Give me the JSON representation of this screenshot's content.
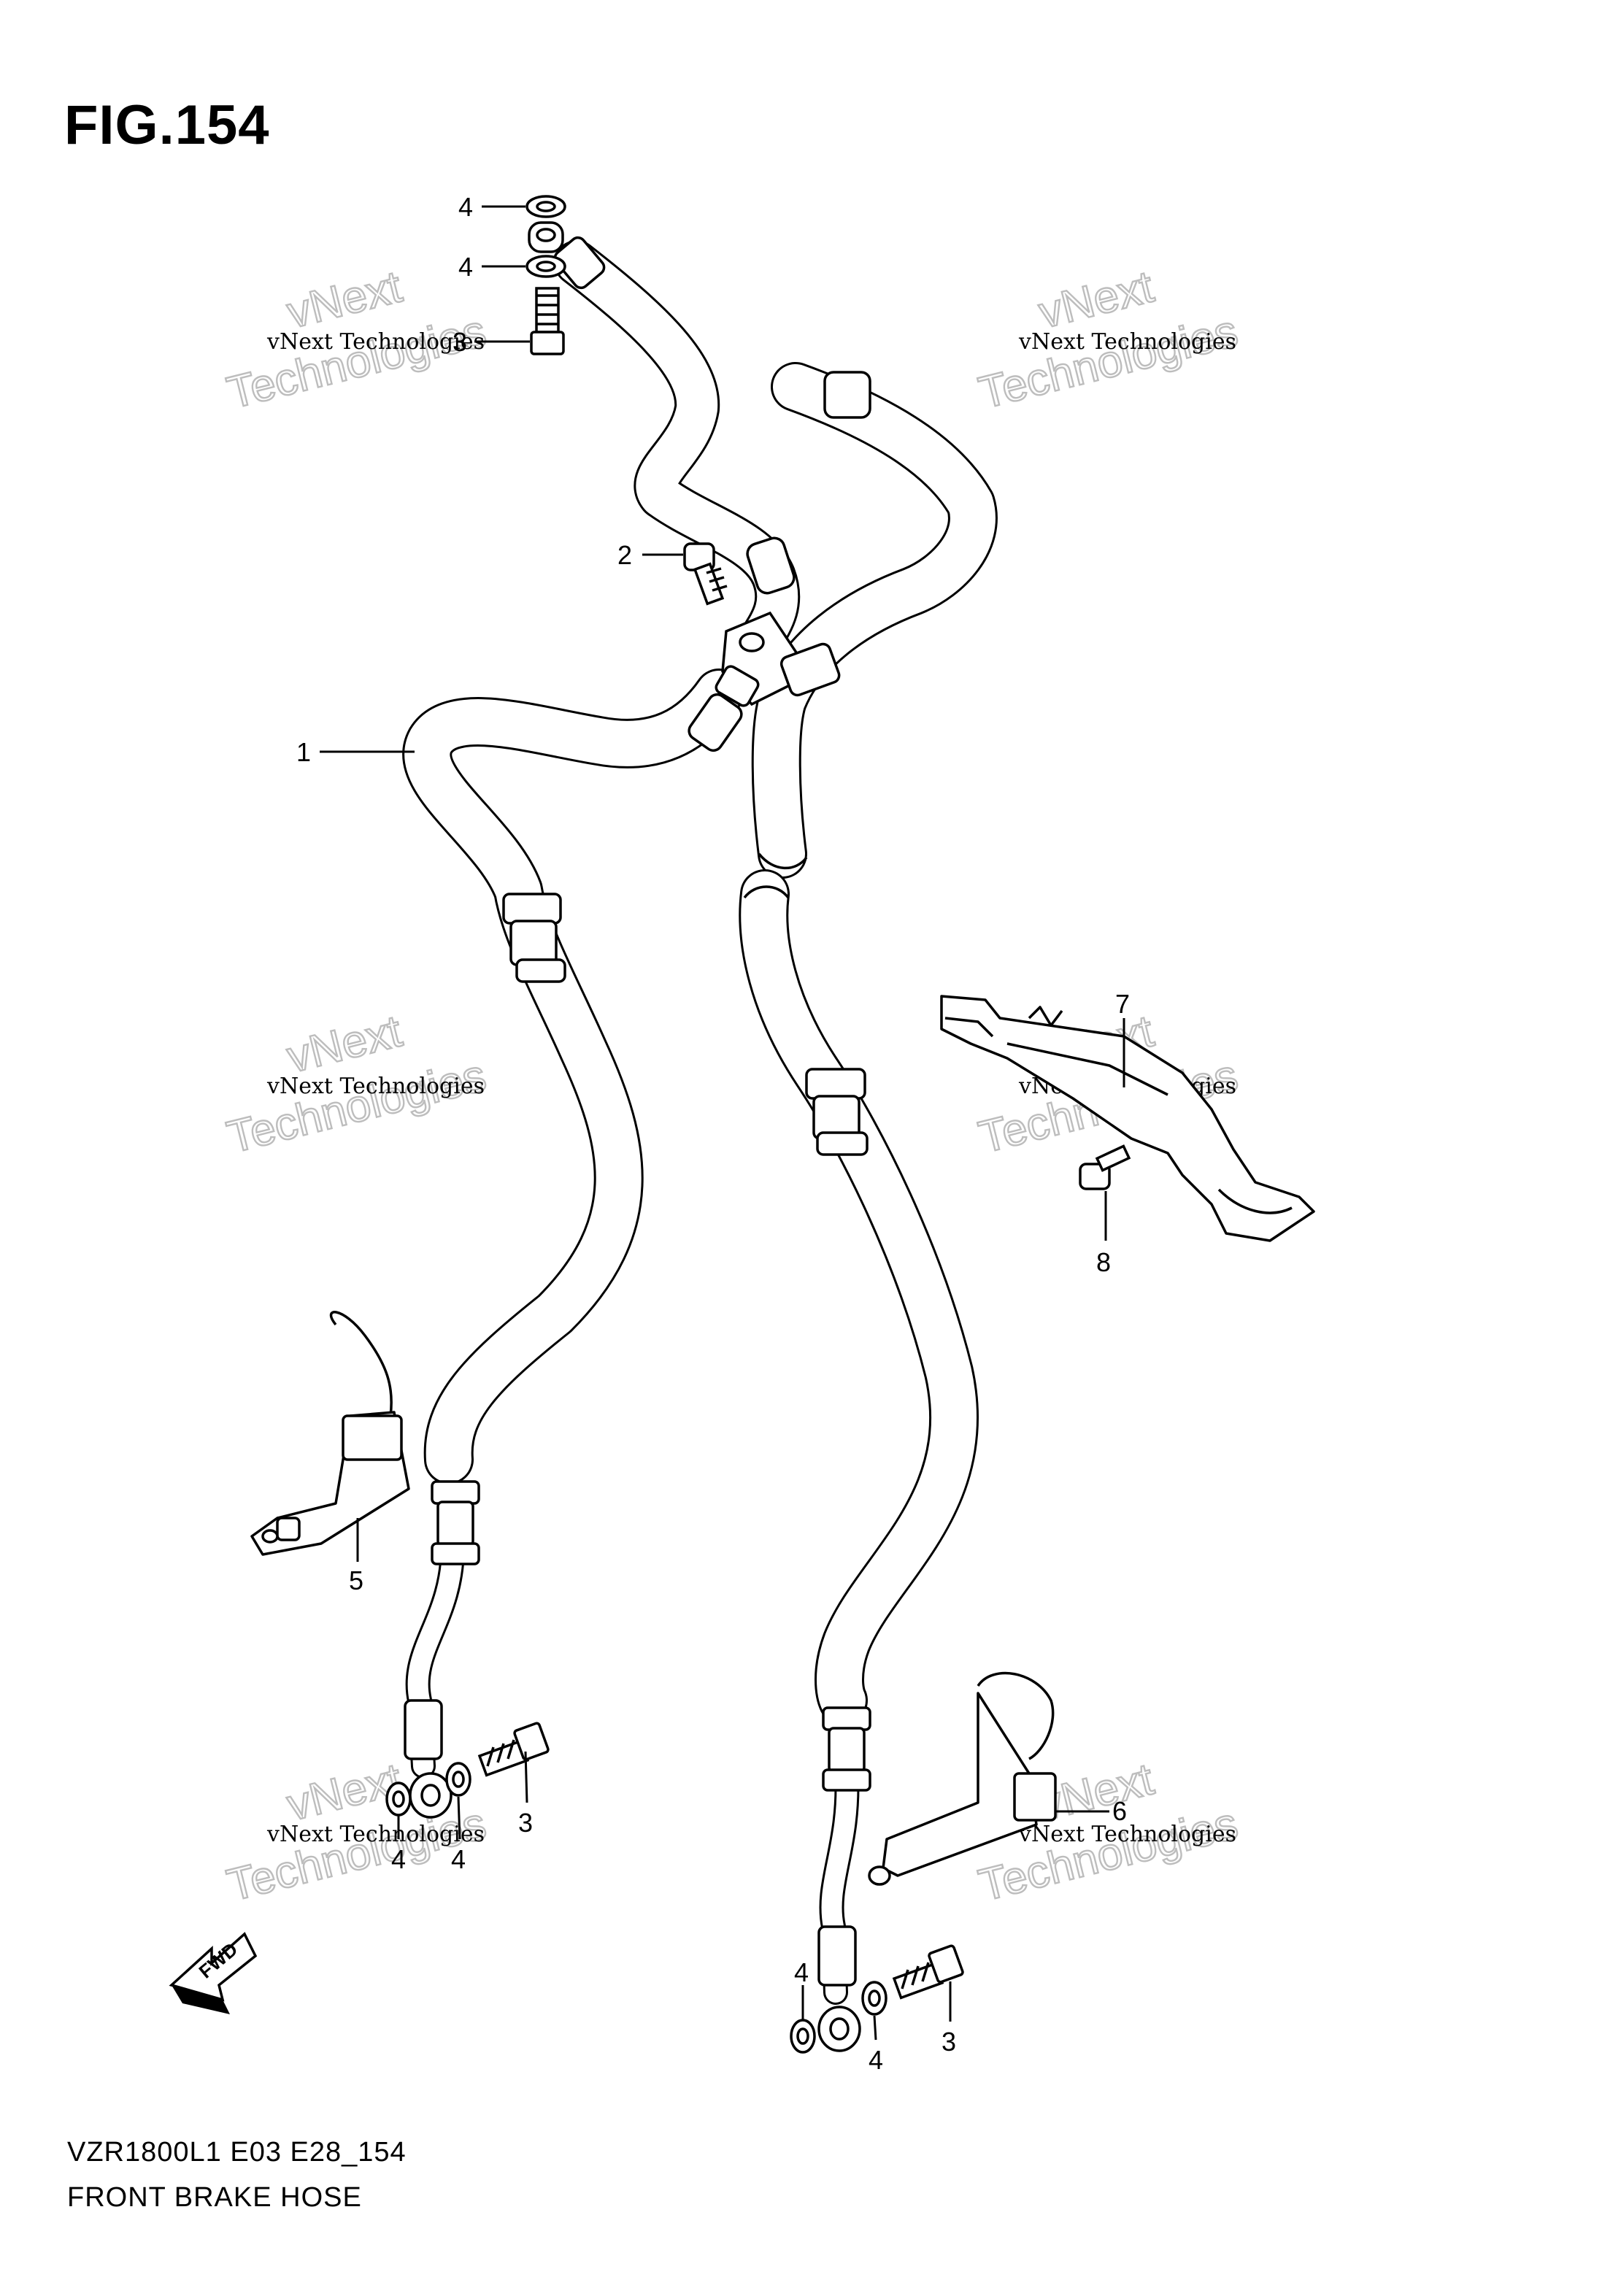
{
  "figure": {
    "title": "FIG.154",
    "model_code": "VZR1800L1 E03 E28_154",
    "name": "FRONT BRAKE HOSE"
  },
  "watermark": {
    "line1": "vNext Technologies",
    "line2": "vNext",
    "line3": "Technologies"
  },
  "callouts": {
    "hose": "1",
    "bolt_joint": "2",
    "union_bolt": "3",
    "washer": "4",
    "clamp_left": "5",
    "clamp_right": "6",
    "guide": "7",
    "bolt_guide": "8"
  },
  "fwd_label": "FWD"
}
